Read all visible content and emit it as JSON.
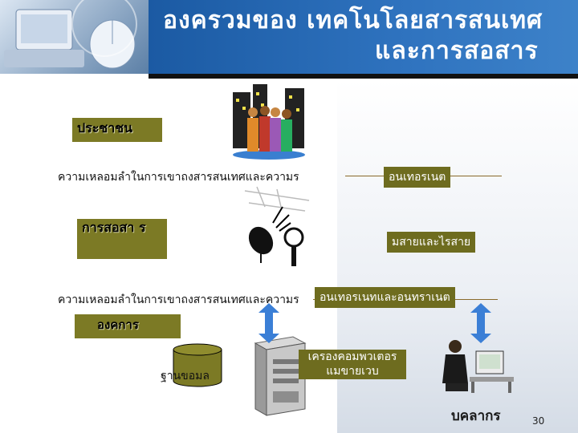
{
  "header": {
    "title_line1": "องครวมของ เทคโนโลยสารสนเทศ",
    "title_line2": "และการสอสาร"
  },
  "diagram": {
    "people_box": "ประชาชน",
    "row1_text": "ความเหลอมลำในการเขาถงสารสนเทศและความร",
    "row1_label": "อนเทอรเนต",
    "comm_box": "การสอสา ร",
    "comm_label": "มสายและไรสาย",
    "row2_text": "ความเหลอมลำในการเขาถงสารสนเทศและความร",
    "row2_label": "อนเทอรเนทและอนทราเนต",
    "org_box": "องคการ",
    "database_label": "ฐานขอมล",
    "server_label": "เครองคอมพวเตอร แมขายเวบ",
    "personnel_label": "บคลากร"
  },
  "page_number": "30",
  "colors": {
    "header_blue": "#2f73bf",
    "olive": "#7c7a25",
    "arrow_blue": "#3b7fd6"
  }
}
